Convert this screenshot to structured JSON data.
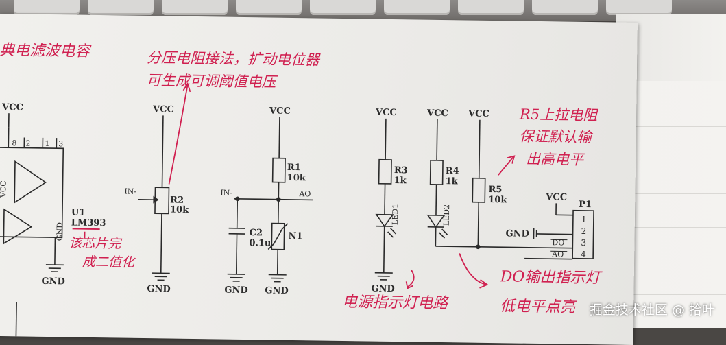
{
  "photo": {
    "subject": "hand-annotated circuit schematic on paper",
    "ink_color": "#d02050",
    "line_color": "#2a2a2a"
  },
  "schematic": {
    "left_block": {
      "supply": "VCC",
      "pin_labels": [
        "8",
        "2",
        "1",
        "3"
      ],
      "supply_side_label": "VCC",
      "chip_ref": "U1",
      "chip_name": "LM393",
      "ground_pin": "GND",
      "ground": "GND"
    },
    "r2_circuit": {
      "supply": "VCC",
      "input": "IN-",
      "ref": "R2",
      "value": "10k",
      "ground": "GND"
    },
    "sensor_circuit": {
      "supply": "VCC",
      "input": "IN-",
      "output": "AO",
      "r1_ref": "R1",
      "r1_value": "10k",
      "c2_ref": "C2",
      "c2_value": "0.1u",
      "n1_ref": "N1",
      "ground_c2": "GND",
      "ground_n1": "GND"
    },
    "led1_circuit": {
      "supply": "VCC",
      "r3_ref": "R3",
      "r3_value": "1k",
      "led_ref": "LED1",
      "ground": "GND"
    },
    "led2_circuit": {
      "supply": "VCC",
      "r4_ref": "R4",
      "r4_value": "1k",
      "led_ref": "LED2"
    },
    "r5_circuit": {
      "supply": "VCC",
      "ref": "R5",
      "value": "10k"
    },
    "header": {
      "supply": "VCC",
      "ref": "P1",
      "pins": [
        "1",
        "2",
        "3",
        "4"
      ],
      "ground": "GND",
      "do_label": "DO",
      "ao_label": "AO"
    }
  },
  "annotations": {
    "top_left": "典电滤波电容",
    "r2_note_line1": "分压电阻接法，扩动电位器",
    "r2_note_line2": "可生成可调阈值电压",
    "r5_note_line1": "R5上拉电阻",
    "r5_note_line2": "保证默认输",
    "r5_note_line3": "出高电平",
    "lm393_note_line1": "该芯片完",
    "lm393_note_line2": "成二值化",
    "power_led_note": "电源指示灯电路",
    "do_note_line1": "DO输出指示灯",
    "do_note_line2": "低电平点亮"
  },
  "watermark": "掘金技术社区 @ 拾叶"
}
